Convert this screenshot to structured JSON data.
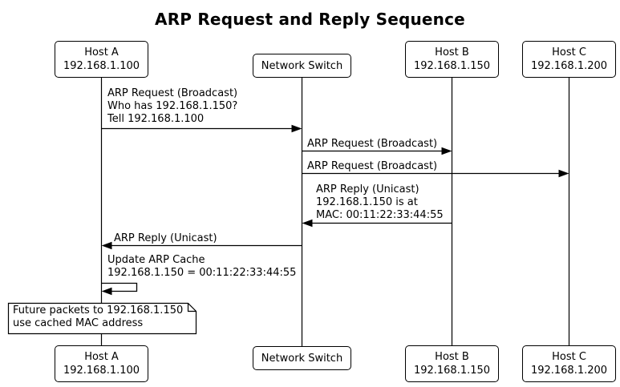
{
  "title": "ARP Request and Reply Sequence",
  "colors": {
    "background": "#ffffff",
    "line": "#000000",
    "text": "#000000",
    "box_fill": "#ffffff",
    "box_border": "#000000"
  },
  "participants": [
    {
      "id": "host-a",
      "lines": [
        "Host A",
        "192.168.1.100"
      ]
    },
    {
      "id": "network-switch",
      "lines": [
        "Network Switch"
      ]
    },
    {
      "id": "host-b",
      "lines": [
        "Host B",
        "192.168.1.150"
      ]
    },
    {
      "id": "host-c",
      "lines": [
        "Host C",
        "192.168.1.200"
      ]
    }
  ],
  "messages": [
    {
      "from": "Host A",
      "to": "Network Switch",
      "direction": "right",
      "lines": [
        "ARP Request (Broadcast)",
        "Who has 192.168.1.150?",
        "Tell 192.168.1.100"
      ]
    },
    {
      "from": "Network Switch",
      "to": "Host B",
      "direction": "right",
      "lines": [
        "ARP Request (Broadcast)"
      ]
    },
    {
      "from": "Network Switch",
      "to": "Host C",
      "direction": "right",
      "lines": [
        "ARP Request (Broadcast)"
      ]
    },
    {
      "from": "Host B",
      "to": "Network Switch",
      "direction": "left",
      "lines": [
        "ARP Reply (Unicast)",
        "192.168.1.150 is at",
        "MAC: 00:11:22:33:44:55"
      ]
    },
    {
      "from": "Network Switch",
      "to": "Host A",
      "direction": "left",
      "lines": [
        "ARP Reply (Unicast)"
      ]
    },
    {
      "from": "Host A",
      "to": "Host A",
      "direction": "self",
      "lines": [
        "Update ARP Cache",
        "192.168.1.150 = 00:11:22:33:44:55"
      ]
    }
  ],
  "note": {
    "attached_to": "Host A",
    "lines": [
      "Future packets to 192.168.1.150",
      "use cached MAC address"
    ]
  }
}
